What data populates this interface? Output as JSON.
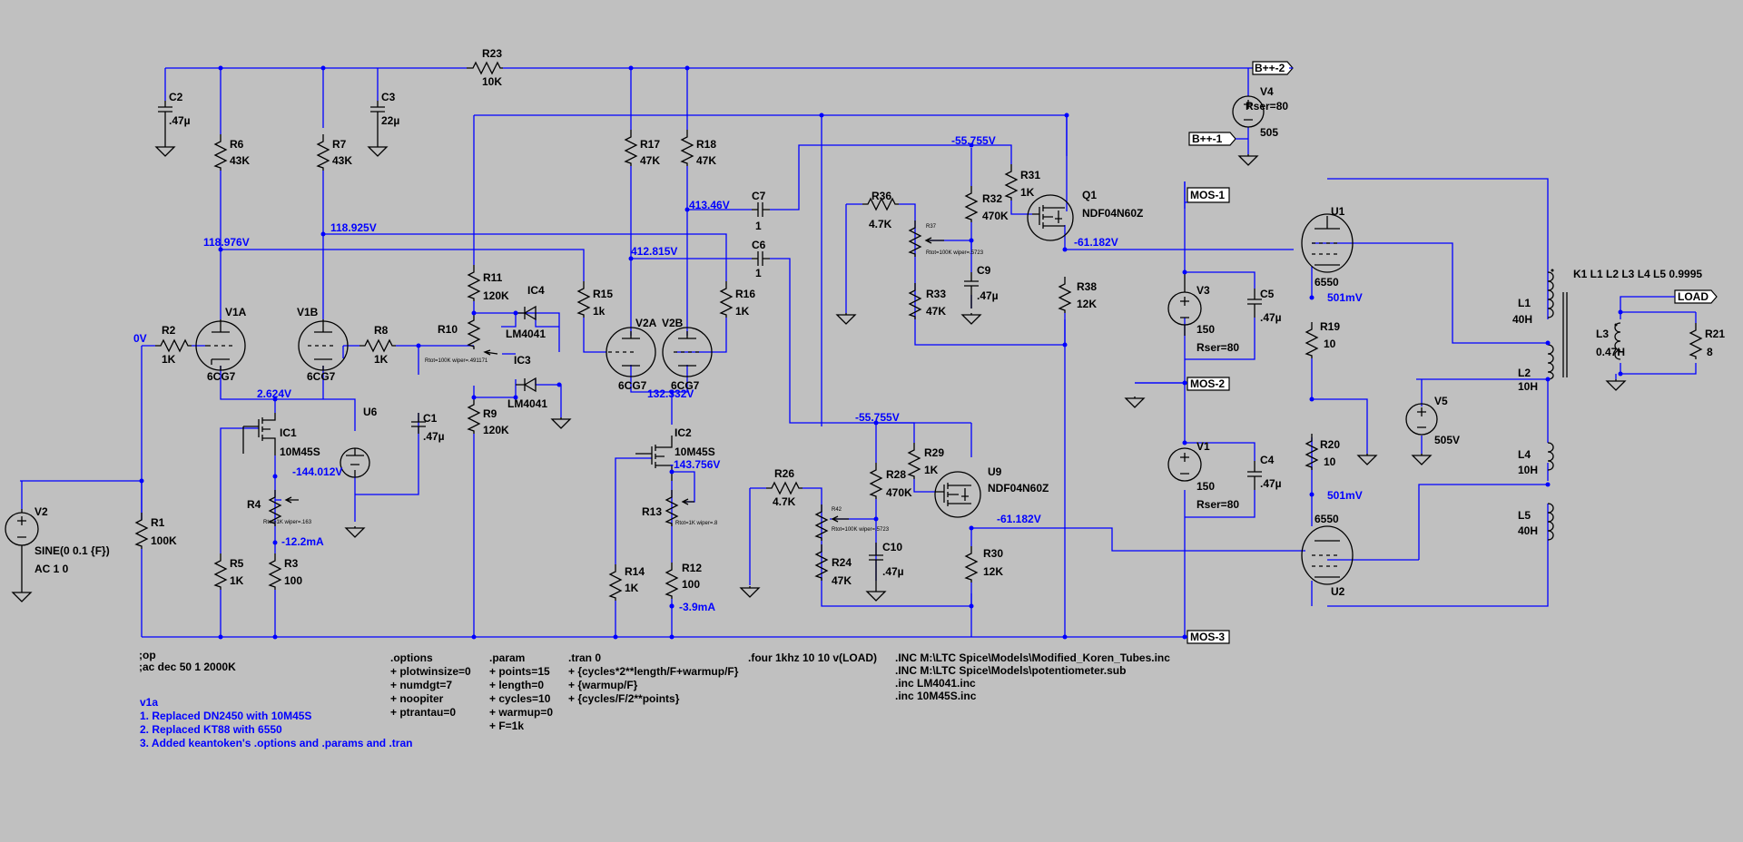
{
  "schematic": {
    "components": {
      "R23": {
        "name": "R23",
        "value": "10K"
      },
      "C2": {
        "name": "C2",
        "value": ".47µ"
      },
      "C3": {
        "name": "C3",
        "value": "22µ"
      },
      "R6": {
        "name": "R6",
        "value": "43K"
      },
      "R7": {
        "name": "R7",
        "value": "43K"
      },
      "V1A": {
        "name": "V1A",
        "value": "6CG7"
      },
      "V1B": {
        "name": "V1B",
        "value": "6CG7"
      },
      "R2": {
        "name": "R2",
        "value": "1K"
      },
      "R8": {
        "name": "R8",
        "value": "1K"
      },
      "R10": {
        "name": "R10",
        "value": "Rtot=100K wiper=.491171"
      },
      "R11": {
        "name": "R11",
        "value": "120K"
      },
      "R9": {
        "name": "R9",
        "value": "120K"
      },
      "IC4": {
        "name": "IC4",
        "value": "LM4041"
      },
      "IC3": {
        "name": "IC3",
        "value": "LM4041"
      },
      "R15": {
        "name": "R15",
        "value": "1k"
      },
      "R16": {
        "name": "R16",
        "value": "1K"
      },
      "R17": {
        "name": "R17",
        "value": "47K"
      },
      "R18": {
        "name": "R18",
        "value": "47K"
      },
      "V2A": {
        "name": "V2A",
        "value": "6CG7"
      },
      "V2B": {
        "name": "V2B",
        "value": "6CG7"
      },
      "C7": {
        "name": "C7",
        "value": "1"
      },
      "C6": {
        "name": "C6",
        "value": "1"
      },
      "C1": {
        "name": "C1",
        "value": ".47µ"
      },
      "U6": {
        "name": "U6"
      },
      "IC1": {
        "name": "IC1",
        "value": "10M45S"
      },
      "IC2": {
        "name": "IC2",
        "value": "10M45S"
      },
      "R4": {
        "name": "R4",
        "value": "Rtot=1K wiper=.163"
      },
      "R13": {
        "name": "R13",
        "value": "Rtot=1K wiper=.8"
      },
      "R5": {
        "name": "R5",
        "value": "1K"
      },
      "R3": {
        "name": "R3",
        "value": "100"
      },
      "R14": {
        "name": "R14",
        "value": "1K"
      },
      "R12": {
        "name": "R12",
        "value": "100"
      },
      "R1": {
        "name": "R1",
        "value": "100K"
      },
      "V2": {
        "name": "V2",
        "value": "SINE(0 0.1 {F})",
        "value2": "AC 1 0"
      },
      "R36": {
        "name": "R36",
        "value": "4.7K"
      },
      "R32": {
        "name": "R32",
        "value": "470K"
      },
      "R31": {
        "name": "R31",
        "value": "1K"
      },
      "R33": {
        "name": "R33",
        "value": "47K"
      },
      "C9": {
        "name": "C9",
        "value": ".47µ"
      },
      "Q1": {
        "name": "Q1",
        "value": "NDF04N60Z"
      },
      "R38": {
        "name": "R38",
        "value": "12K"
      },
      "R26": {
        "name": "R26",
        "value": "4.7K"
      },
      "R28": {
        "name": "R28",
        "value": "470K"
      },
      "R29": {
        "name": "R29",
        "value": "1K"
      },
      "R24": {
        "name": "R24",
        "value": "47K"
      },
      "C10": {
        "name": "C10",
        "value": ".47µ"
      },
      "U9": {
        "name": "U9",
        "value": "NDF04N60Z"
      },
      "R30": {
        "name": "R30",
        "value": "12K"
      },
      "V4": {
        "name": "V4",
        "value": "Rser=80",
        "value2": "505"
      },
      "V3": {
        "name": "V3",
        "value": "150",
        "value2": "Rser=80"
      },
      "V1": {
        "name": "V1",
        "value": "150",
        "value2": "Rser=80"
      },
      "C5": {
        "name": "C5",
        "value": ".47µ"
      },
      "C4": {
        "name": "C4",
        "value": ".47µ"
      },
      "U1": {
        "name": "U1",
        "value": "6550"
      },
      "U2": {
        "name": "U2",
        "value": "6550"
      },
      "R19": {
        "name": "R19",
        "value": "10"
      },
      "R20": {
        "name": "R20",
        "value": "10"
      },
      "V5": {
        "name": "V5",
        "value": "505V"
      },
      "L1": {
        "name": "L1",
        "value": "40H"
      },
      "L2": {
        "name": "L2",
        "value": "10H"
      },
      "L3": {
        "name": "L3",
        "value": "0.47H"
      },
      "L4": {
        "name": "L4",
        "value": "10H"
      },
      "L5": {
        "name": "L5",
        "value": "40H"
      },
      "R21": {
        "name": "R21",
        "value": "8"
      },
      "K1": {
        "value": "K1 L1 L2 L3 L4 L5 0.9995"
      }
    },
    "flags": {
      "bpp2": "B++-2",
      "bpp1": "B++-1",
      "mos1": "MOS-1",
      "mos2": "MOS-2",
      "mos3": "MOS-3",
      "load": "LOAD"
    },
    "voltages": {
      "v0": "0V",
      "v118976": "118.976V",
      "v118925": "118.925V",
      "v2624": "2.624V",
      "vm144012": "-144.012V",
      "vm12_2": "-12.2mA",
      "v413": "413.46V",
      "v412": "412.815V",
      "v132": "132.332V",
      "vm143": "-143.756V",
      "vm3_9": "-3.9mA",
      "vm55a": "-55.755V",
      "vm61a": "-61.182V",
      "vm55b": "-55.755V",
      "vm61b": "-61.182V",
      "i501a": "501mV",
      "i501b": "501mV"
    },
    "directives": {
      "op": ";op",
      "ac": ";ac dec 50 1 2000K",
      "options": [
        ".options",
        "+ plotwinsize=0",
        "+ numdgt=7",
        "+ noopiter",
        "+ ptrantau=0"
      ],
      "param": [
        ".param",
        "+ points=15",
        "+ length=0",
        "+ cycles=10",
        "+ warmup=0",
        "+ F=1k"
      ],
      "tran": [
        ".tran 0",
        "+ {cycles*2**length/F+warmup/F}",
        "+ {warmup/F}",
        "+ {cycles/F/2**points}"
      ],
      "four": ".four 1khz 10 10 v(LOAD)",
      "inc": [
        ".INC M:\\LTC Spice\\Models\\Modified_Koren_Tubes.inc",
        ".INC M:\\LTC Spice\\Models\\potentiometer.sub",
        ".inc LM4041.inc",
        ".inc 10M45S.inc"
      ],
      "notes": [
        "v1a",
        "1. Replaced DN2450 with 10M45S",
        "2. Replaced KT88 with 6550",
        "3. Added keantoken's .options and .params and .tran"
      ]
    },
    "tiny": {
      "r37": "R37",
      "r37v": "Rtot=100K wiper=.5723",
      "r42": "R42",
      "r42v": "Rtot=100K wiper=.5723"
    }
  }
}
